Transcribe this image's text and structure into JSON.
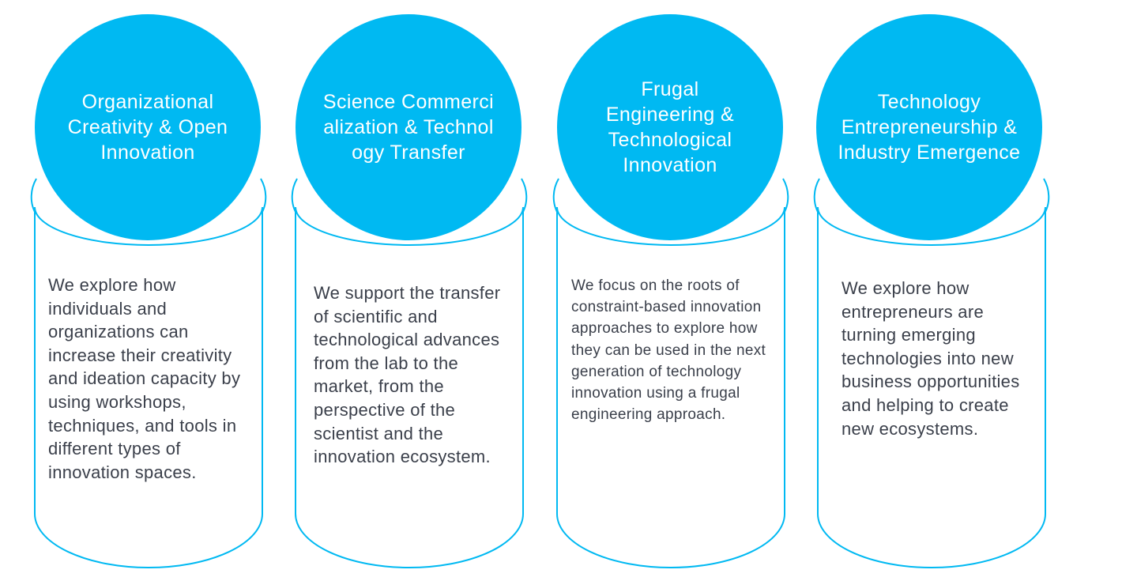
{
  "colors": {
    "accent": "#00b9f2",
    "text": "#3a3f4a",
    "background": "#ffffff"
  },
  "pillars": [
    {
      "title": "Organizational Creativity & Open Innovation",
      "description": "We explore how individuals and organizations can increase their creativity and ideation capacity by using workshops, techniques, and tools in different types of innovation spaces."
    },
    {
      "title": "Science Commercialization & Technology Transfer",
      "description": "We support the transfer of scientific and technological advances from the lab to the market, from the perspective of the scientist and the innovation ecosystem."
    },
    {
      "title": "Frugal Engineering & Technological Innovation",
      "description": "We focus on the roots of constraint-based innovation approaches to explore how they can be used in the next generation of technology innovation using a frugal engineering approach."
    },
    {
      "title": "Technology Entrepreneurship & Industry Emergence",
      "description": "We explore how entrepreneurs are turning emerging technologies into new business opportunities and helping to create new ecosystems."
    }
  ]
}
